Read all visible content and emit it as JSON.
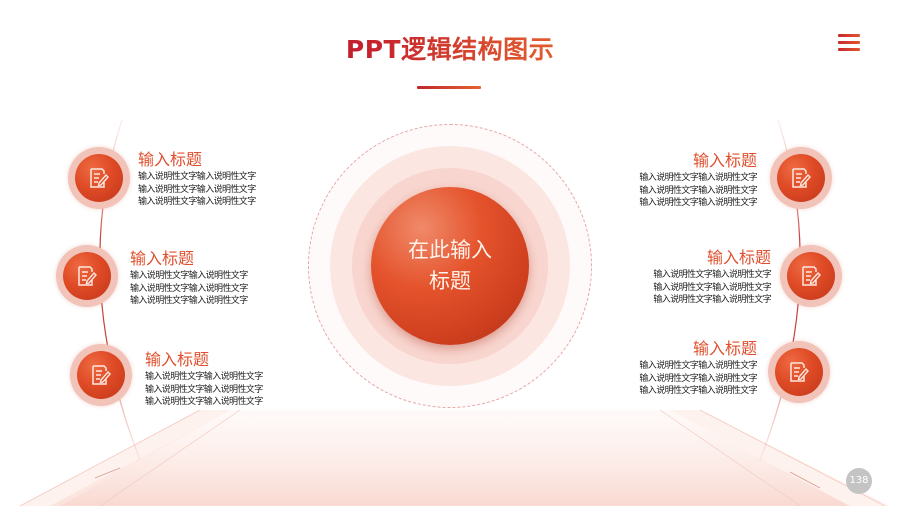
{
  "slide": {
    "title": "PPT逻辑结构图示",
    "page_number": "138",
    "accent_color": "#e0502e",
    "title_color": "#c8282e"
  },
  "header": {
    "menu_icon": "hamburger-menu-icon"
  },
  "center": {
    "line1": "在此输入",
    "line2": "标题"
  },
  "left_items": [
    {
      "title": "输入标题",
      "icon": "edit-document-icon",
      "desc": [
        "输入说明性文字输入说明性文字",
        "输入说明性文字输入说明性文字",
        "输入说明性文字输入说明性文字"
      ]
    },
    {
      "title": "输入标题",
      "icon": "edit-document-icon",
      "desc": [
        "输入说明性文字输入说明性文字",
        "输入说明性文字输入说明性文字",
        "输入说明性文字输入说明性文字"
      ]
    },
    {
      "title": "输入标题",
      "icon": "edit-document-icon",
      "desc": [
        "输入说明性文字输入说明性文字",
        "输入说明性文字输入说明性文字",
        "输入说明性文字输入说明性文字"
      ]
    }
  ],
  "right_items": [
    {
      "title": "输入标题",
      "icon": "edit-document-icon",
      "desc": [
        "输入说明性文字输入说明性文字",
        "输入说明性文字输入说明性文字",
        "输入说明性文字输入说明性文字"
      ]
    },
    {
      "title": "输入标题",
      "icon": "edit-document-icon",
      "desc": [
        "输入说明性文字输入说明性文字",
        "输入说明性文字输入说明性文字",
        "输入说明性文字输入说明性文字"
      ]
    },
    {
      "title": "输入标题",
      "icon": "edit-document-icon",
      "desc": [
        "输入说明性文字输入说明性文字",
        "输入说明性文字输入说明性文字",
        "输入说明性文字输入说明性文字"
      ]
    }
  ]
}
